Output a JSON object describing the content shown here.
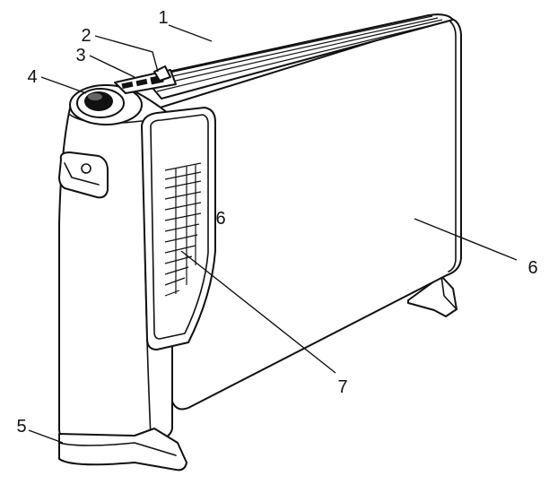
{
  "figure": {
    "callouts": [
      {
        "id": "c1",
        "label": "1"
      },
      {
        "id": "c2",
        "label": "2"
      },
      {
        "id": "c3",
        "label": "3"
      },
      {
        "id": "c4",
        "label": "4"
      },
      {
        "id": "c5",
        "label": "5"
      },
      {
        "id": "c6a",
        "label": "6"
      },
      {
        "id": "c6b",
        "label": "6"
      },
      {
        "id": "c7",
        "label": "7"
      }
    ]
  }
}
